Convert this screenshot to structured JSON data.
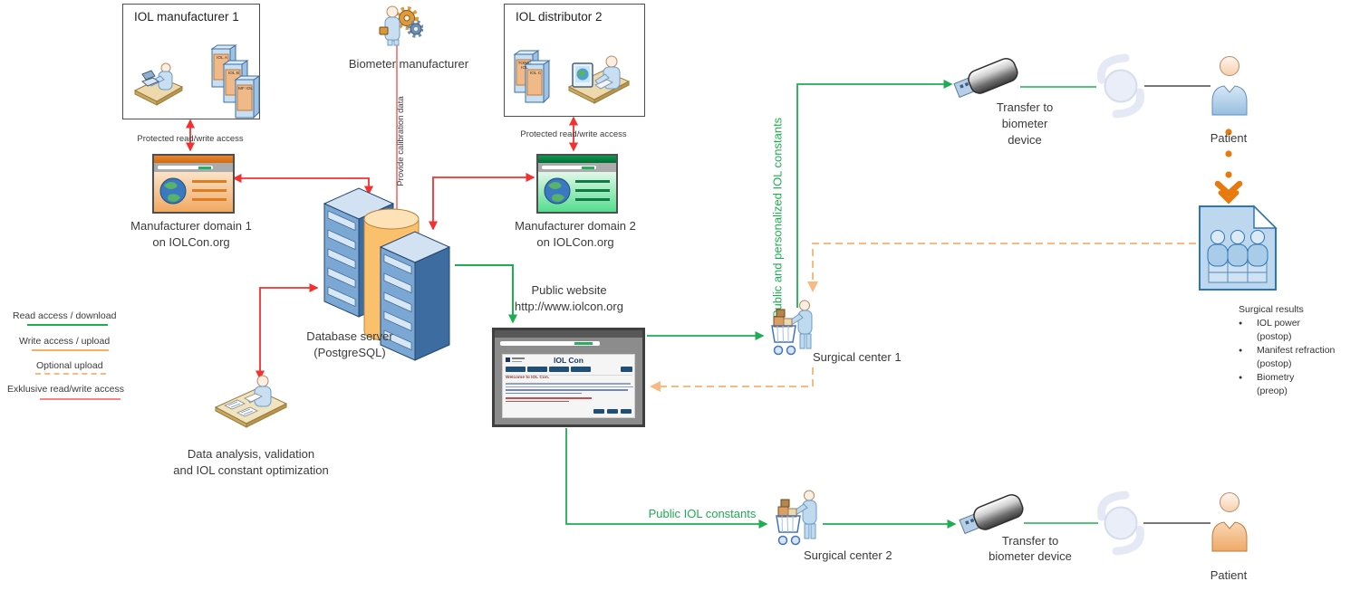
{
  "legend": {
    "items": [
      {
        "label": "Read access / download",
        "style": "solid",
        "color": "#1dad53"
      },
      {
        "label": "Write access / upload",
        "style": "solid",
        "color": "#faae5f"
      },
      {
        "label": "Optional upload",
        "style": "dashed",
        "color": "#fbb982"
      },
      {
        "label": "Exklusive read/write access",
        "style": "solid",
        "color": "#f88585"
      }
    ]
  },
  "colors": {
    "read_green": "#1dad53",
    "write_orange": "#faae5f",
    "optional_orange_dashed": "#fbb982",
    "exclusive_red": "#f43030",
    "patient_upload_orange": "#e8790d"
  },
  "boxes": {
    "manufacturer1": {
      "title": "IOL manufacturer 1",
      "software": [
        "IOL A",
        "IOL B",
        "MF IOL"
      ]
    },
    "distributor2": {
      "title": "IOL distributor 2",
      "software": [
        "TORIC IOL",
        "IOL C"
      ]
    }
  },
  "labels": {
    "biometer": "Biometer manufacturer",
    "protected1": "Protected read/write access",
    "protected2": "Protected read/write access",
    "calibration": "Provide calibration data",
    "domain1a": "Manufacturer domain 1",
    "domain1b": "on IOLCon.org",
    "domain2a": "Manufacturer domain 2",
    "domain2b": "on IOLCon.org",
    "db1": "Database server",
    "db2": "(PostgreSQL)",
    "analysis1": "Data analysis, validation",
    "analysis2": "and IOL constant optimization",
    "website1": "Public website",
    "website2": "http://www.iolcon.org",
    "constants_personalized": "Public and personalized IOL constants",
    "constants_public": "Public IOL constants",
    "sc1": "Surgical center 1",
    "sc2": "Surgical center 2",
    "usb1a": "Transfer to",
    "usb1b": "biometer",
    "usb1c": "device",
    "usb2a": "Transfer to",
    "usb2b": "biometer device",
    "patient1": "Patient",
    "patient2": "Patient"
  },
  "website": {
    "title": "IOL Con",
    "welcome": "Welcome to IOL Con."
  },
  "surgical_results": {
    "title": "Surgical results",
    "items": [
      {
        "label": "IOL power",
        "sub": "(postop)"
      },
      {
        "label": "Manifest refraction",
        "sub": "(postop)"
      },
      {
        "label": "Biometry",
        "sub": "(preop)"
      }
    ]
  }
}
